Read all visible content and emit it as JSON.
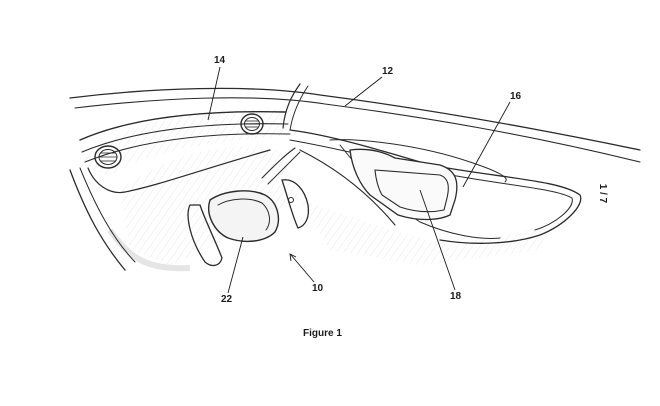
{
  "figure": {
    "caption": "Figure 1",
    "sheet_number": "1 / 7",
    "reference_numerals": {
      "dashboard_upper": "14",
      "windshield_edge": "12",
      "display_surround": "16",
      "display_panel": "18",
      "vehicle_interior": "10",
      "steering_yoke": "22"
    },
    "icons": {
      "left_vent": "air-vent-icon",
      "center_vent": "air-vent-icon",
      "steering": "steering-yoke-icon"
    },
    "colors": {
      "line": "#2b2b2b",
      "shading": "#c9c9c9",
      "background": "#ffffff"
    }
  }
}
